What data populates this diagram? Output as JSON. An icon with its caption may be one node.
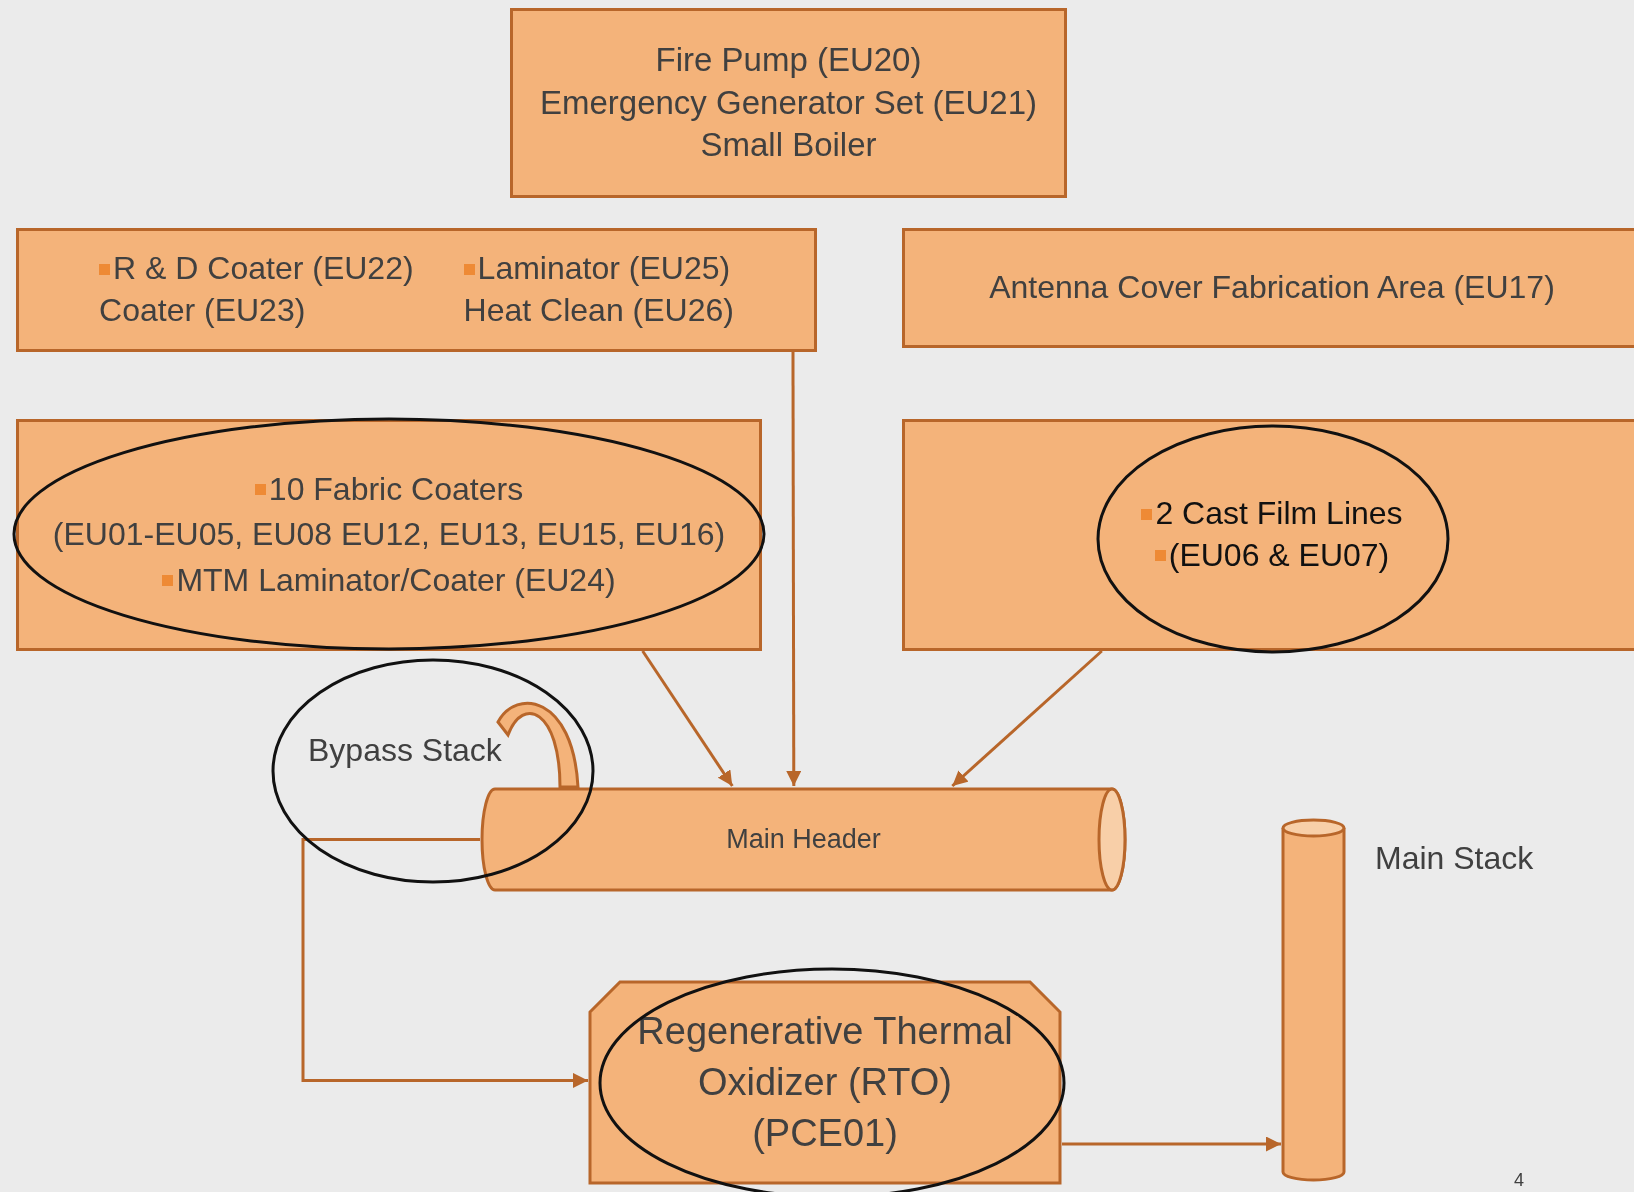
{
  "diagram": {
    "nodes": [
      {
        "text": [
          "Fire Pump (EU20)",
          "Emergency Generator Set (EU21)",
          "Small Boiler"
        ]
      },
      {
        "text": [
          "R & D Coater (EU22)",
          "Coater (EU23)",
          "Laminator (EU25)",
          "Heat Clean (EU26)"
        ]
      },
      {
        "text": [
          "Antenna Cover Fabrication Area (EU17)"
        ]
      },
      {
        "text": [
          "10 Fabric Coaters",
          "(EU01-EU05, EU08 EU12, EU13, EU15, EU16)",
          "MTM Laminator/Coater (EU24)"
        ]
      },
      {
        "text": [
          "2 Cast Film Lines",
          "(EU06 & EU07)"
        ]
      },
      {
        "text": [
          "Main Header"
        ]
      },
      {
        "text": [
          "Bypass Stack"
        ]
      },
      {
        "text": [
          "Regenerative Thermal Oxidizer (RTO) (PCE01)"
        ]
      },
      {
        "text": [
          "Main Stack"
        ]
      }
    ],
    "edges": [
      {
        "from": 3,
        "to": 5,
        "arrow": "to"
      },
      {
        "from": 1,
        "to": 5,
        "arrow": "to"
      },
      {
        "from": 4,
        "to": 5,
        "arrow": "to"
      },
      {
        "from": 5,
        "to": 7,
        "arrow": "to"
      },
      {
        "from": 7,
        "to": 8,
        "arrow": "to"
      }
    ],
    "labels": [
      "4"
    ]
  }
}
